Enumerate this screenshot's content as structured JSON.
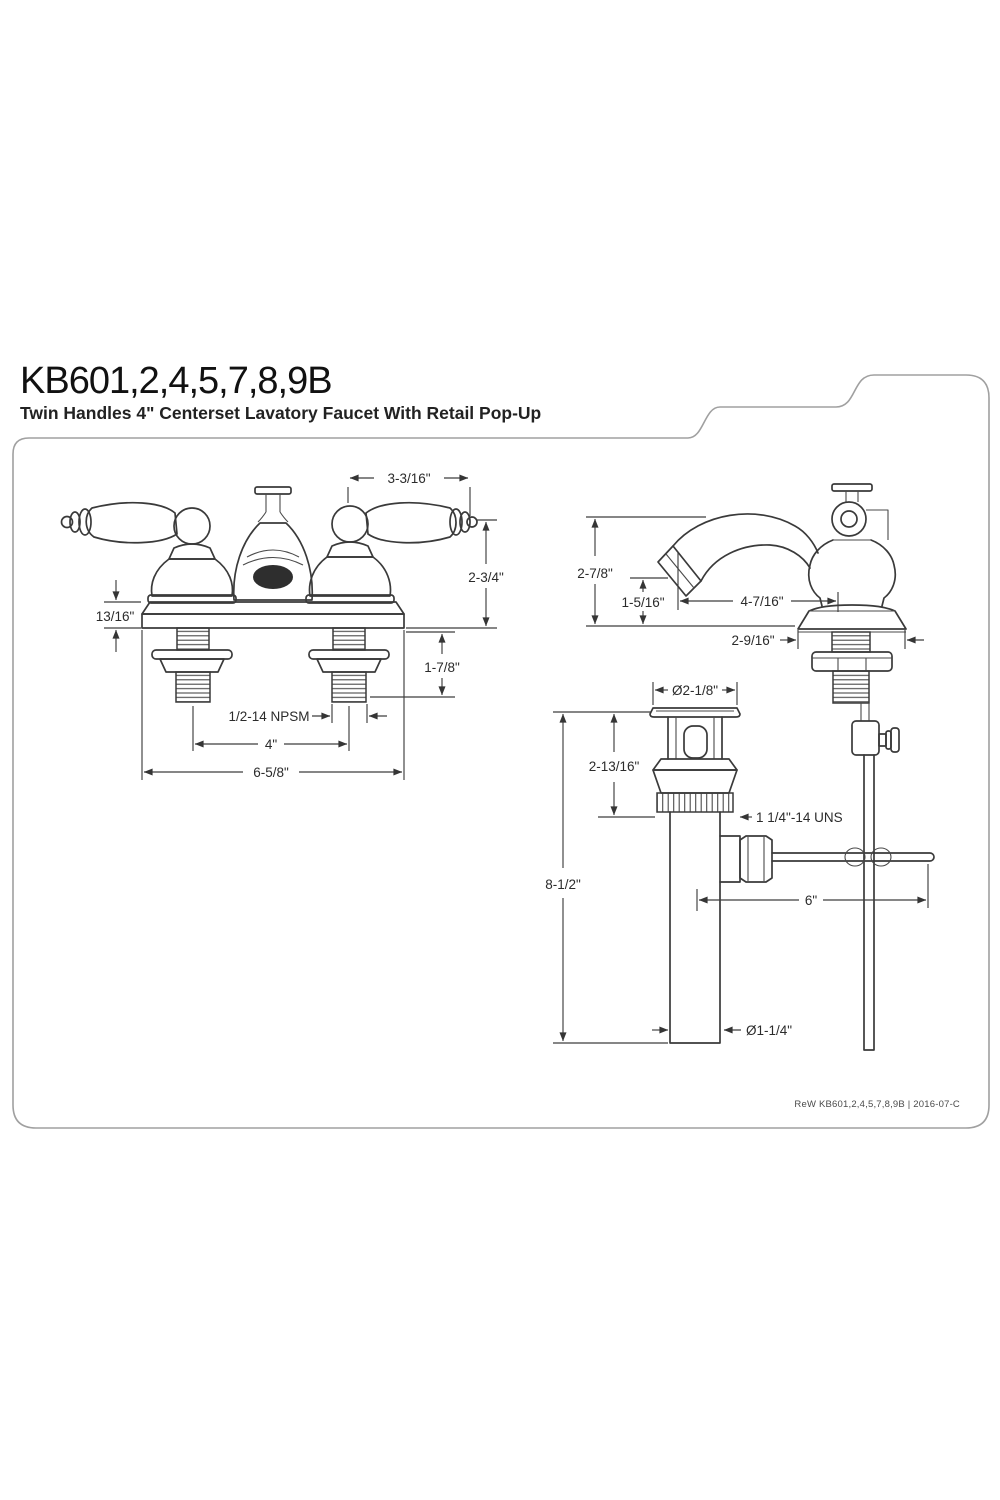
{
  "sheet": {
    "title": "KB601,2,4,5,7,8,9B",
    "subtitle": "Twin Handles 4\" Centerset Lavatory Faucet With Retail Pop-Up",
    "footer": "ReW KB601,2,4,5,7,8,9B | 2016-07-C"
  },
  "views": {
    "front": {
      "dims": {
        "handle_span": "3-3/16\"",
        "handle_height": "2-3/4\"",
        "deck_thickness": "13/16\"",
        "shank_length": "1-7/8\"",
        "shank_thread": "1/2-14 NPSM",
        "faucet_centers": "4\"",
        "overall_width": "6-5/8\""
      }
    },
    "side": {
      "dims": {
        "spout_height": "2-7/8\"",
        "spout_clearance": "1-5/16\"",
        "spout_reach": "4-7/16\"",
        "base_depth": "2-9/16\""
      }
    },
    "drain": {
      "dims": {
        "flange_diameter": "Ø2-1/8\"",
        "body_height": "2-13/16\"",
        "drain_thread": "1 1/4\"-14 UNS",
        "overall_height": "8-1/2\"",
        "rod_length": "6\"",
        "tailpiece_diameter": "Ø1-1/4\""
      }
    }
  }
}
